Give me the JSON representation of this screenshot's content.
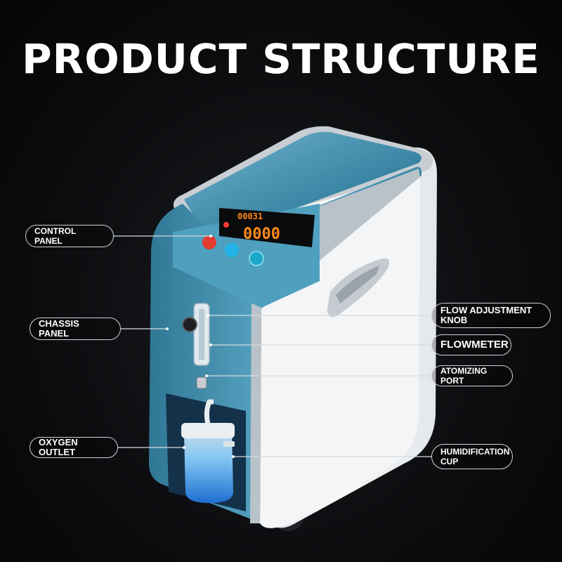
{
  "title": "PRODUCT STRUCTURE",
  "labels": {
    "control_panel": "CONTROL\nPANEL",
    "chassis_panel": "CHASSIS PANEL",
    "oxygen_outlet": "OXYGEN OUTLET",
    "flow_adjustment_knob": "FLOW ADJUSTMENT\nKNOB",
    "flowmeter": "FLOWMETER",
    "atomizing_port": "ATOMIZING PORT",
    "humidification_cup": "HUMIDIFICATION\nCUP"
  },
  "display": {
    "timer": "00031",
    "flow": "0000"
  },
  "colors": {
    "background": "#0b0c0e",
    "panel_blue": "#3f8fae",
    "body_white": "#eef0f2",
    "lcd_amber": "#ff8a1a",
    "callout_border": "#cfd3d8"
  }
}
